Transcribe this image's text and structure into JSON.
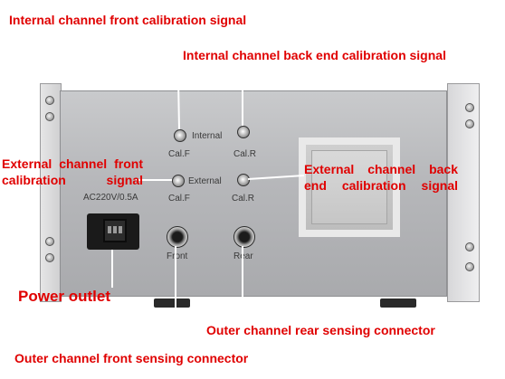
{
  "callouts": {
    "internal_front": "Internal channel front calibration signal",
    "internal_back": "Internal channel back end calibration signal",
    "external_front": "External channel front calibration signal",
    "external_back": "External channel back end calibration signal",
    "power_outlet": "Power outlet",
    "rear_sensing": "Outer channel rear sensing connector",
    "front_sensing": "Outer channel front sensing connector"
  },
  "panel_labels": {
    "internal": "Internal",
    "external": "External",
    "cal_f_1": "Cal.F",
    "cal_r_1": "Cal.R",
    "cal_f_2": "Cal.F",
    "cal_r_2": "Cal.R",
    "power_rating": "AC220V/0.5A",
    "front": "Front",
    "rear": "Rear"
  },
  "colors": {
    "annotation": "#e00000",
    "panel": "#b6b7ba"
  }
}
